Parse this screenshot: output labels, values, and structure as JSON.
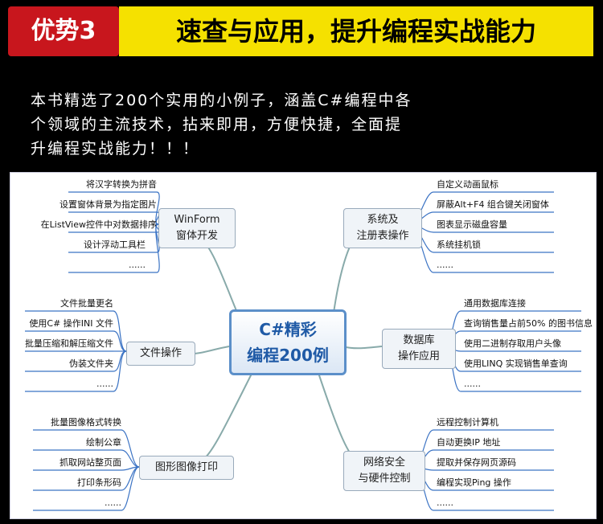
{
  "banner": {
    "badge": "优势3",
    "title": "速查与应用，提升编程实战能力"
  },
  "intro": "本书精选了200个实用的小例子，涵盖C#编程中各\n个领域的主流技术，拈来即用，方便快捷，全面提\n升编程实战能力！！！",
  "mindmap": {
    "center": "C#精彩\n编程200例",
    "branches": [
      {
        "label": "WinForm\n窗体开发",
        "leaves": [
          "将汉字转换为拼音",
          "设置窗体背景为指定图片",
          "在ListView控件中对数据排序",
          "设计浮动工具栏",
          "......"
        ]
      },
      {
        "label": "文件操作",
        "leaves": [
          "文件批量更名",
          "使用C# 操作INI 文件",
          "批量压缩和解压缩文件",
          "伪装文件夹",
          "......"
        ]
      },
      {
        "label": "图形图像打印",
        "leaves": [
          "批量图像格式转换",
          "绘制公章",
          "抓取网站整页面",
          "打印条形码",
          "......"
        ]
      },
      {
        "label": "系统及\n注册表操作",
        "leaves": [
          "自定义动画鼠标",
          "屏蔽Alt+F4 组合键关闭窗体",
          "图表显示磁盘容量",
          "系统挂机锁",
          "......"
        ]
      },
      {
        "label": "数据库\n操作应用",
        "leaves": [
          "通用数据库连接",
          "查询销售量占前50% 的图书信息",
          "使用二进制存取用户头像",
          "使用LINQ 实现销售单查询",
          "......"
        ]
      },
      {
        "label": "网络安全\n与硬件控制",
        "leaves": [
          "远程控制计算机",
          "自动更换IP 地址",
          "提取并保存网页源码",
          "编程实现Ping 操作",
          "......"
        ]
      }
    ]
  }
}
